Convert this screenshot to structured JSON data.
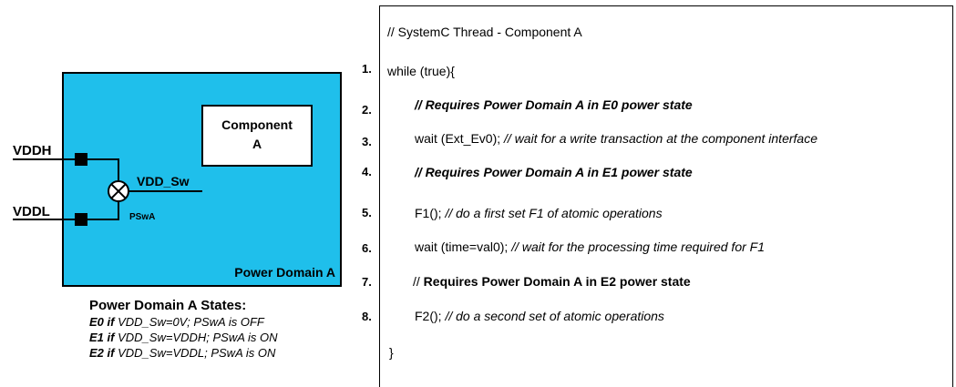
{
  "diagram": {
    "component_label_line1": "Component",
    "component_label_line2": "A",
    "vddh": "VDDH",
    "vddl": "VDDL",
    "vdd_sw": "VDD_Sw",
    "pswa": "PSwA",
    "power_domain": "Power Domain A",
    "box_color": "#1fbfeb"
  },
  "states": {
    "heading": "Power Domain A States:",
    "items": [
      {
        "state": "E0",
        "kw": "if",
        "cond": "VDD_Sw=0V; PSwA is OFF"
      },
      {
        "state": "E1",
        "kw": "if",
        "cond": "VDD_Sw=VDDH; PSwA is ON"
      },
      {
        "state": "E2",
        "kw": "if",
        "cond": "VDD_Sw=VDDL; PSwA is ON"
      }
    ]
  },
  "code": {
    "header": "// SystemC Thread - Component A",
    "closing": "}",
    "lines": [
      {
        "num": "1.",
        "text": "while (true){",
        "comment": ""
      },
      {
        "num": "2.",
        "text": "",
        "comment": "// Requires Power Domain A in E0 power state"
      },
      {
        "num": "3.",
        "text": "wait (Ext_Ev0); ",
        "comment": "// wait for a write transaction at the component interface"
      },
      {
        "num": "4.",
        "text": "",
        "comment": "// Requires Power Domain A in E1 power state"
      },
      {
        "num": "5.",
        "text": "F1(); ",
        "comment": "// do a first set F1 of atomic operations"
      },
      {
        "num": "6.",
        "text": "wait (time=val0); ",
        "comment": "// wait for the processing time required for F1"
      },
      {
        "num": "7.",
        "text": "// ",
        "comment": "Requires Power Domain A in E2 power state"
      },
      {
        "num": "8.",
        "text": "F2(); ",
        "comment": "// do a second set of atomic operations"
      }
    ]
  }
}
